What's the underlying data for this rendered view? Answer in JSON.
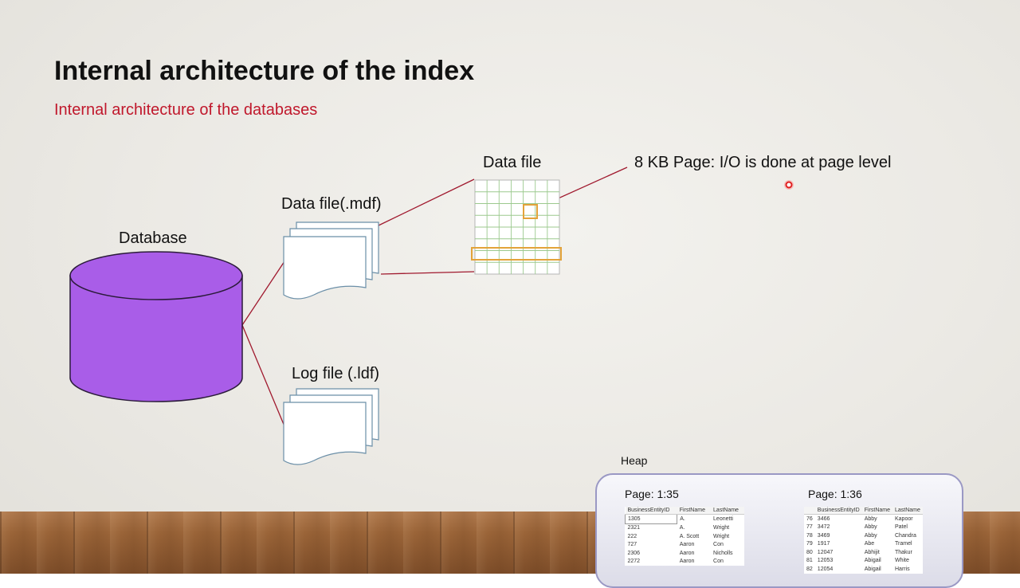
{
  "slide": {
    "title": "Internal architecture of the index",
    "subtitle": "Internal architecture of the databases"
  },
  "diagram": {
    "database_label": "Database",
    "data_file_mdf_label": "Data file(.mdf)",
    "log_file_label": "Log file (.ldf)",
    "data_file_label": "Data file",
    "page_note": "8 KB Page: I/O is done at page level",
    "colors": {
      "database": "#a95de8",
      "connector": "#a0192e",
      "grid": "#9cc98e",
      "highlight": "#e3a33a",
      "accent": "#c0182c"
    }
  },
  "heap": {
    "label": "Heap",
    "pages": [
      {
        "label": "Page: 1:35",
        "columns": [
          "BusinessEntityID",
          "FirstName",
          "LastName"
        ],
        "rows": [
          [
            "1305",
            "A.",
            "Leonetti"
          ],
          [
            "2321",
            "A.",
            "Wright"
          ],
          [
            "222",
            "A. Scott",
            "Wright"
          ],
          [
            "727",
            "Aaron",
            "Con"
          ],
          [
            "2306",
            "Aaron",
            "Nicholls"
          ],
          [
            "2272",
            "Aaron",
            "Con"
          ]
        ]
      },
      {
        "label": "Page: 1:36",
        "columns": [
          "",
          "BusinessEntityID",
          "FirstName",
          "LastName"
        ],
        "rows": [
          [
            "76",
            "3466",
            "Abby",
            "Kapoor"
          ],
          [
            "77",
            "3472",
            "Abby",
            "Patel"
          ],
          [
            "78",
            "3469",
            "Abby",
            "Chandra"
          ],
          [
            "79",
            "1917",
            "Abe",
            "Tramel"
          ],
          [
            "80",
            "12047",
            "Abhijit",
            "Thakur"
          ],
          [
            "81",
            "12053",
            "Abigail",
            "White"
          ],
          [
            "82",
            "12054",
            "Abigail",
            "Harris"
          ]
        ]
      }
    ]
  }
}
